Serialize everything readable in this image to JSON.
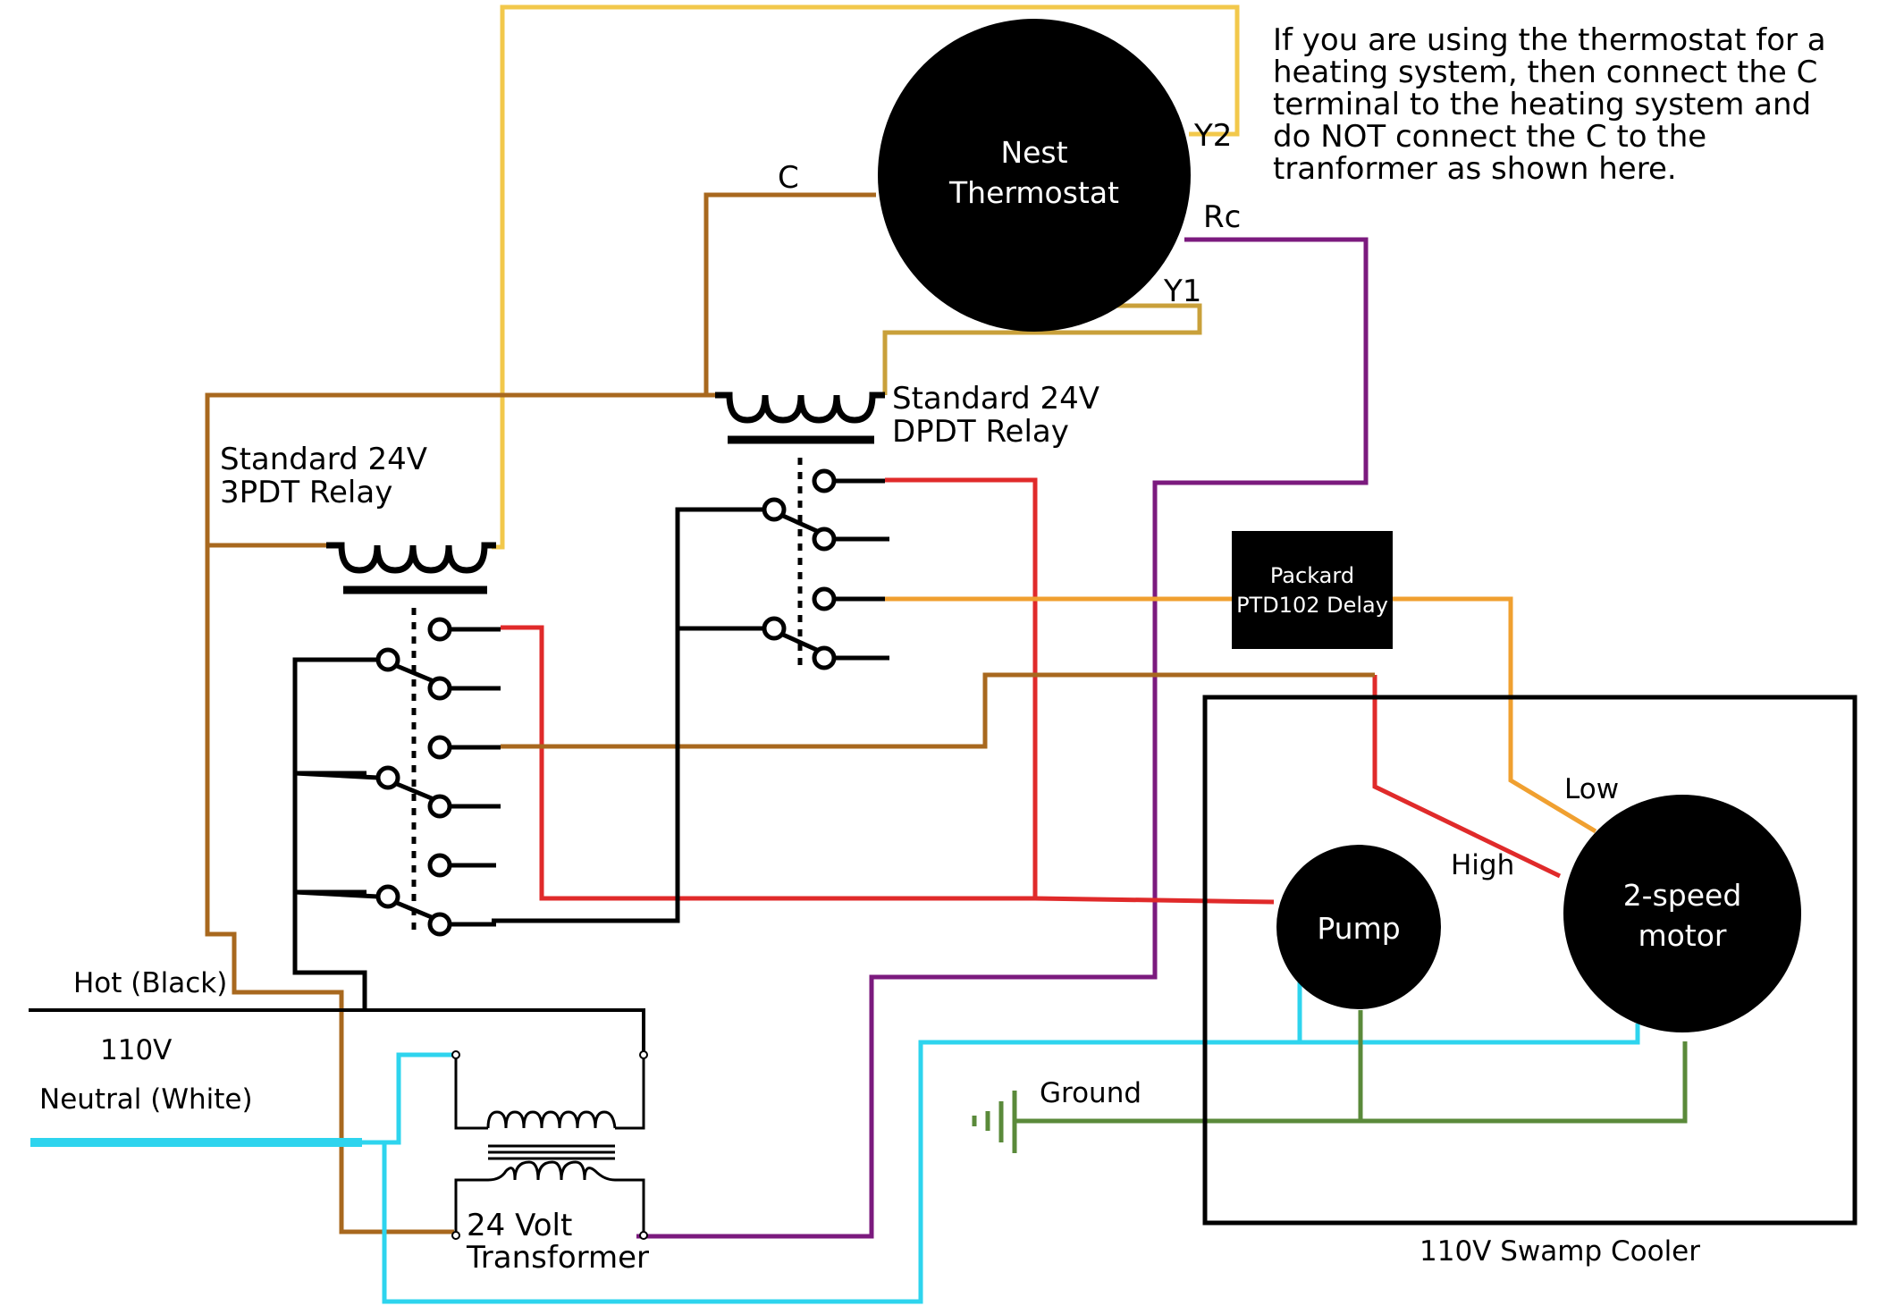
{
  "thermostat": {
    "title_line1": "Nest",
    "title_line2": "Thermostat",
    "terminal_c": "C",
    "terminal_y2": "Y2",
    "terminal_rc": "Rc",
    "terminal_y1": "Y1"
  },
  "note": {
    "line1": "If you are using the thermostat for a",
    "line2": "heating system, then connect the C",
    "line3": "terminal to the heating system and",
    "line4": "do NOT connect the C to the",
    "line5": "tranformer as shown here."
  },
  "relay_dpdt": {
    "line1": "Standard 24V",
    "line2": "DPDT Relay"
  },
  "relay_3pdt": {
    "line1": "Standard 24V",
    "line2": "3PDT Relay"
  },
  "delay": {
    "line1": "Packard",
    "line2": "PTD102 Delay"
  },
  "mains": {
    "hot": "Hot (Black)",
    "voltage": "110V",
    "neutral": "Neutral (White)"
  },
  "transformer": {
    "line1": "24 Volt",
    "line2": "Transformer"
  },
  "cooler": {
    "title": "110V Swamp Cooler",
    "pump": "Pump",
    "motor_line1": "2-speed",
    "motor_line2": "motor",
    "low": "Low",
    "high": "High",
    "ground": "Ground"
  },
  "wire_colors": {
    "yellow": "#f2c84b",
    "brown": "#a8681e",
    "tan": "#c9a03a",
    "purple": "#7b1a7e",
    "red": "#e02a2a",
    "orange": "#f0a030",
    "cyan": "#2ed4ee",
    "green": "#5a8a3a",
    "black": "#000000"
  }
}
